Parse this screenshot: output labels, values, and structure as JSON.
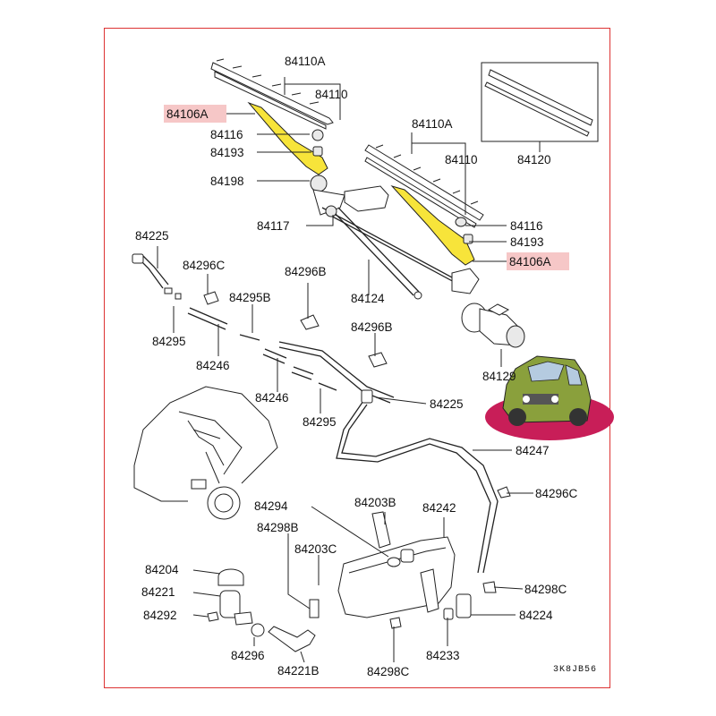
{
  "colors": {
    "frame_border": "#dd3333",
    "highlight_fill": "#f6c7c7",
    "wiper_arm_fill": "#f7e43a",
    "vehicle_shadow": "#c81e58",
    "vehicle_body": "#8aa03c"
  },
  "labels": {
    "p84110A_1": "84110A",
    "p84110_1": "84110",
    "p84106A_1": "84106A",
    "p84116_1": "84116",
    "p84193_1": "84193",
    "p84198": "84198",
    "p84120": "84120",
    "p84110A_2": "84110A",
    "p84110_2": "84110",
    "p84117": "84117",
    "p84116_2": "84116",
    "p84193_2": "84193",
    "p84106A_2": "84106A",
    "p84225_1": "84225",
    "p84296C_1": "84296C",
    "p84296B_1": "84296B",
    "p84295B": "84295B",
    "p84124": "84124",
    "p84295_1": "84295",
    "p84246_1": "84246",
    "p84296B_2": "84296B",
    "p84129": "84129",
    "p84246_2": "84246",
    "p84225_2": "84225",
    "p84295_2": "84295",
    "p84247": "84247",
    "p84296C_2": "84296C",
    "p84294": "84294",
    "p84203B": "84203B",
    "p84242": "84242",
    "p84298B": "84298B",
    "p84203C": "84203C",
    "p84204": "84204",
    "p84221": "84221",
    "p84298C_1": "84298C",
    "p84292": "84292",
    "p84224": "84224",
    "p84296": "84296",
    "p84221B": "84221B",
    "p84298C_2": "84298C",
    "p84233": "84233"
  },
  "diagram_code": "3K8JB56"
}
